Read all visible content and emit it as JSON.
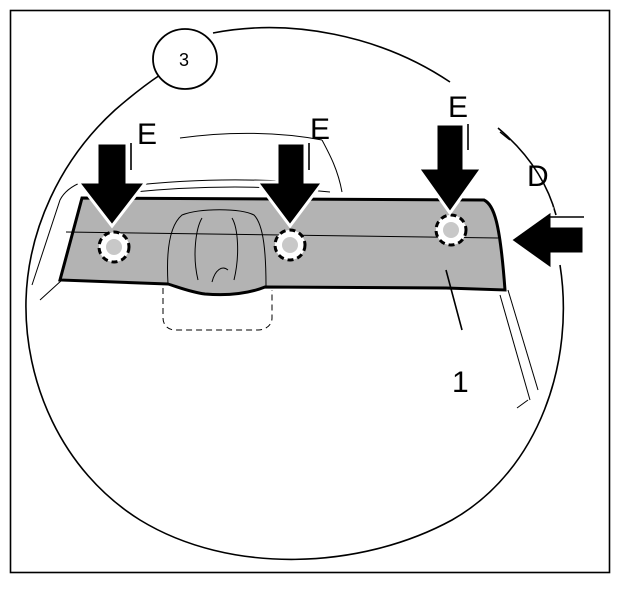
{
  "diagram": {
    "step_number": "3",
    "clip_labels": [
      "E",
      "E",
      "E"
    ],
    "push_direction_label": "D",
    "part_callout": "1",
    "colors": {
      "line": "#000000",
      "panel_fill": "#b3b3b3",
      "background": "#ffffff",
      "clip_fill": "#c8c8c8"
    }
  }
}
